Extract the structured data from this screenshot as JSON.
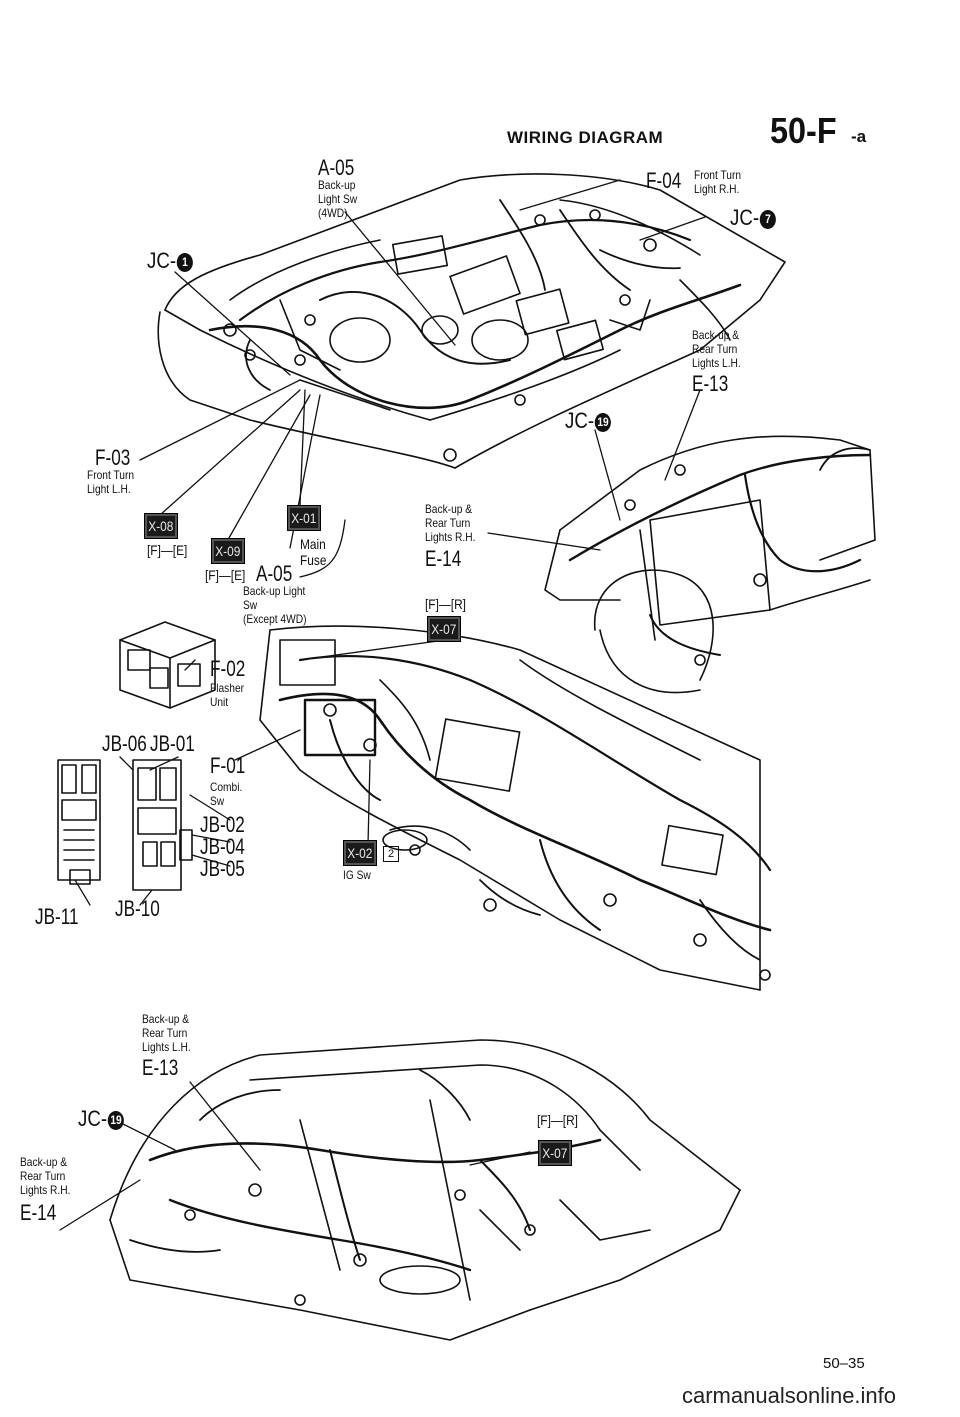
{
  "header": {
    "title": "WIRING DIAGRAM",
    "section": "50-F",
    "suffix": "-a"
  },
  "labels": {
    "a05_top": {
      "code": "A-05",
      "desc": "Back-up\nLight Sw\n(4WD)"
    },
    "f04": {
      "code": "F-04",
      "desc": "Front Turn\nLight R.H."
    },
    "jc7": {
      "prefix": "JC-",
      "num": "7"
    },
    "jc1": {
      "prefix": "JC-",
      "num": "1"
    },
    "e13_top": {
      "desc": "Back-up &\nRear Turn\nLights L.H.",
      "code": "E-13"
    },
    "jc19_top": {
      "prefix": "JC-",
      "num": "19"
    },
    "f03": {
      "code": "F-03",
      "desc": "Front Turn\nLight L.H."
    },
    "x08": {
      "code": "X-08",
      "conn": "[F]—[E]"
    },
    "x01": {
      "code": "X-01",
      "desc": "Main\nFuse"
    },
    "x09": {
      "code": "X-09",
      "conn": "[F]—[E]"
    },
    "a05_mid": {
      "code": "A-05",
      "desc": "Back-up Light\nSw\n(Except 4WD)"
    },
    "e14_mid": {
      "desc": "Back-up &\nRear Turn\nLights R.H.",
      "code": "E-14"
    },
    "x07_mid": {
      "conn": "[F]—[R]",
      "code": "X-07"
    },
    "f02": {
      "code": "F-02",
      "desc": "Flasher\nUnit"
    },
    "jb06": {
      "code": "JB-06"
    },
    "jb01": {
      "code": "JB-01"
    },
    "f01": {
      "code": "F-01",
      "desc": "Combi.\nSw"
    },
    "jb02": {
      "code": "JB-02"
    },
    "jb04": {
      "code": "JB-04"
    },
    "jb05": {
      "code": "JB-05"
    },
    "x02": {
      "code": "X-02",
      "pin": "2",
      "desc": "IG Sw"
    },
    "jb11": {
      "code": "JB-11"
    },
    "jb10": {
      "code": "JB-10"
    },
    "e13_bot": {
      "desc": "Back-up &\nRear Turn\nLights L.H.",
      "code": "E-13"
    },
    "jc19_bot": {
      "prefix": "JC-",
      "num": "19"
    },
    "x07_bot": {
      "conn": "[F]—[R]",
      "code": "X-07"
    },
    "e14_bot": {
      "desc": "Back-up &\nRear Turn\nLights R.H.",
      "code": "E-14"
    }
  },
  "footer": {
    "page": "50–35",
    "watermark": "carmanualsonline.info"
  },
  "colors": {
    "ink": "#111111",
    "paper": "#ffffff"
  }
}
